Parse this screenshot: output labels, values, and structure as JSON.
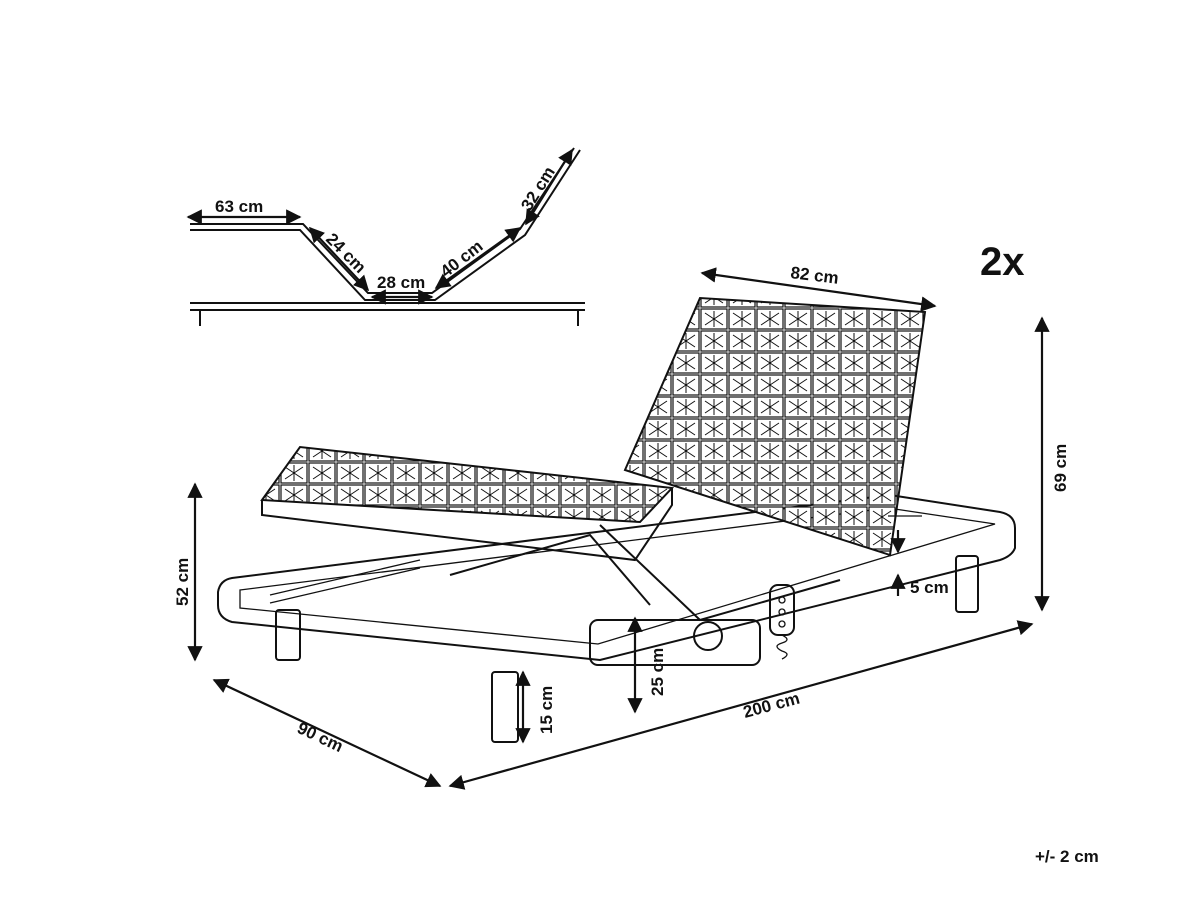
{
  "title": "Adjustable bed frame dimensions",
  "quantity_label": "2x",
  "tolerance": "+/- 2 cm",
  "profile": {
    "head_flat": "63 cm",
    "incline_down": "24 cm",
    "middle": "28 cm",
    "incline_up": "40 cm",
    "top_section": "32 cm"
  },
  "bed": {
    "backrest_width": "82 cm",
    "total_height": "69 cm",
    "left_height": "52 cm",
    "frame_clearance": "5 cm",
    "motor_height": "25 cm",
    "leg_height": "15 cm",
    "length": "200 cm",
    "width": "90 cm"
  }
}
